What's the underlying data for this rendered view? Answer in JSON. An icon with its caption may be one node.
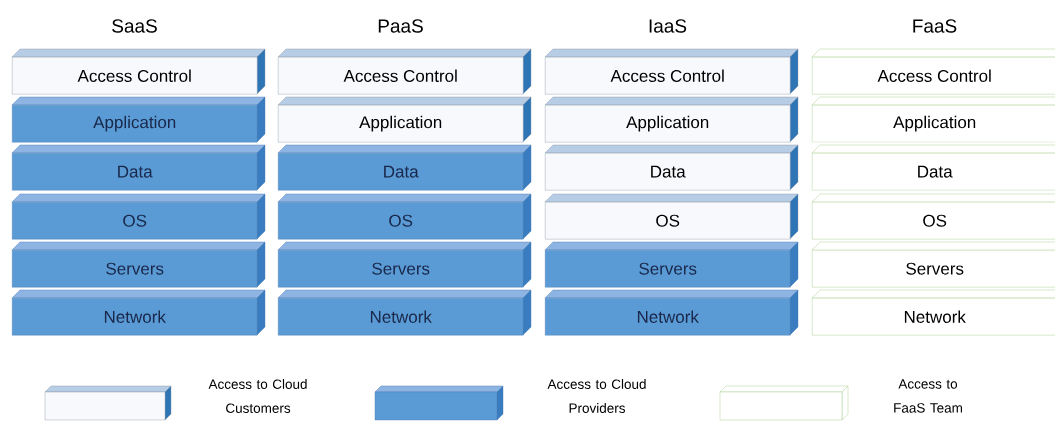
{
  "diagram": {
    "nodes": [
      {
        "text": [
          "Access Control"
        ]
      },
      {
        "text": [
          "Application"
        ]
      },
      {
        "text": [
          "Data"
        ]
      },
      {
        "text": [
          "OS"
        ]
      },
      {
        "text": [
          "Servers"
        ]
      },
      {
        "text": [
          "Network"
        ]
      },
      {
        "text": [
          "Access Control"
        ]
      },
      {
        "text": [
          "Application"
        ]
      },
      {
        "text": [
          "Data"
        ]
      },
      {
        "text": [
          "OS"
        ]
      },
      {
        "text": [
          "Servers"
        ]
      },
      {
        "text": [
          "Network"
        ]
      },
      {
        "text": [
          "Access Control"
        ]
      },
      {
        "text": [
          "Application"
        ]
      },
      {
        "text": [
          "Data"
        ]
      },
      {
        "text": [
          "OS"
        ]
      },
      {
        "text": [
          "Servers"
        ]
      },
      {
        "text": [
          "Network"
        ]
      },
      {
        "text": [
          "Access Control"
        ]
      },
      {
        "text": [
          "Application"
        ]
      },
      {
        "text": [
          "Data"
        ]
      },
      {
        "text": [
          "OS"
        ]
      },
      {
        "text": [
          "Servers"
        ]
      },
      {
        "text": [
          "Network"
        ]
      }
    ],
    "labels": [
      "SaaS",
      "PaaS",
      "IaaS",
      "FaaS"
    ],
    "legend": [
      {
        "text": "Access to Cloud Customers",
        "color": "#f7f9fc"
      },
      {
        "text": "Access to Cloud Providers",
        "color": "#5b9bd5"
      },
      {
        "text": "Access to FaaS Team"
      }
    ]
  }
}
